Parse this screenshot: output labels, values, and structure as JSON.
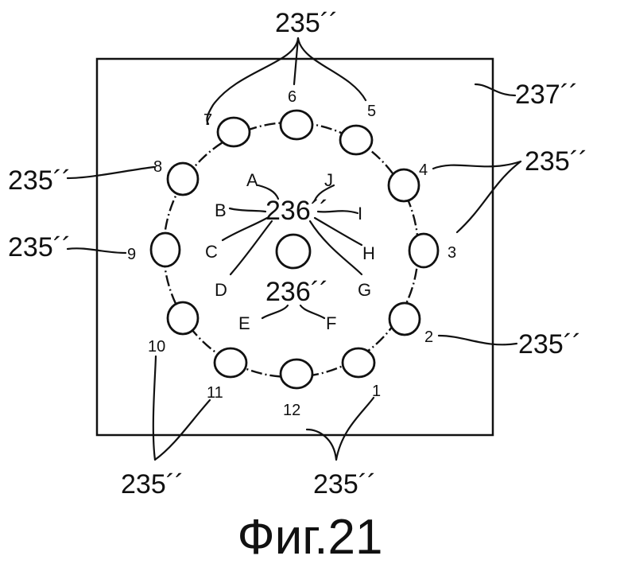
{
  "caption": "Фиг.21",
  "labels": {
    "ref_235": "235´´",
    "ref_236": "236´´",
    "ref_237": "237´´"
  },
  "hole_numbers": [
    "1",
    "2",
    "3",
    "4",
    "5",
    "6",
    "7",
    "8",
    "9",
    "10",
    "11",
    "12"
  ],
  "center_letters": [
    "A",
    "B",
    "C",
    "D",
    "E",
    "F",
    "G",
    "H",
    "I",
    "J"
  ]
}
